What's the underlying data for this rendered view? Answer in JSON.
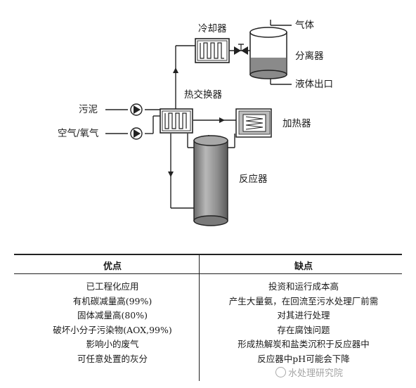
{
  "labels": {
    "cooler": "冷却器",
    "gas": "气体",
    "separator": "分离器",
    "liquid_outlet": "液体出口",
    "sludge": "污泥",
    "air_oxygen": "空气/氧气",
    "heat_exchanger": "热交换器",
    "heater": "加热器",
    "reactor": "反应器"
  },
  "table": {
    "headers": [
      "优点",
      "缺点"
    ],
    "advantages": [
      "已工程化应用",
      "有机碳减量高(99%)",
      "固体减量高(80%)",
      "破坏小分子污染物(AOX,99%)",
      "影响小的废气",
      "可任意处置的灰分"
    ],
    "disadvantages": [
      "投资和运行成本高",
      "产生大量氨，在回流至污水处理厂前需",
      "对其进行处理",
      "存在腐蚀问题",
      "形成热解炭和盐类沉积于反应器中",
      "反应器中pH可能会下降"
    ]
  },
  "watermark": "水处理研究院"
}
